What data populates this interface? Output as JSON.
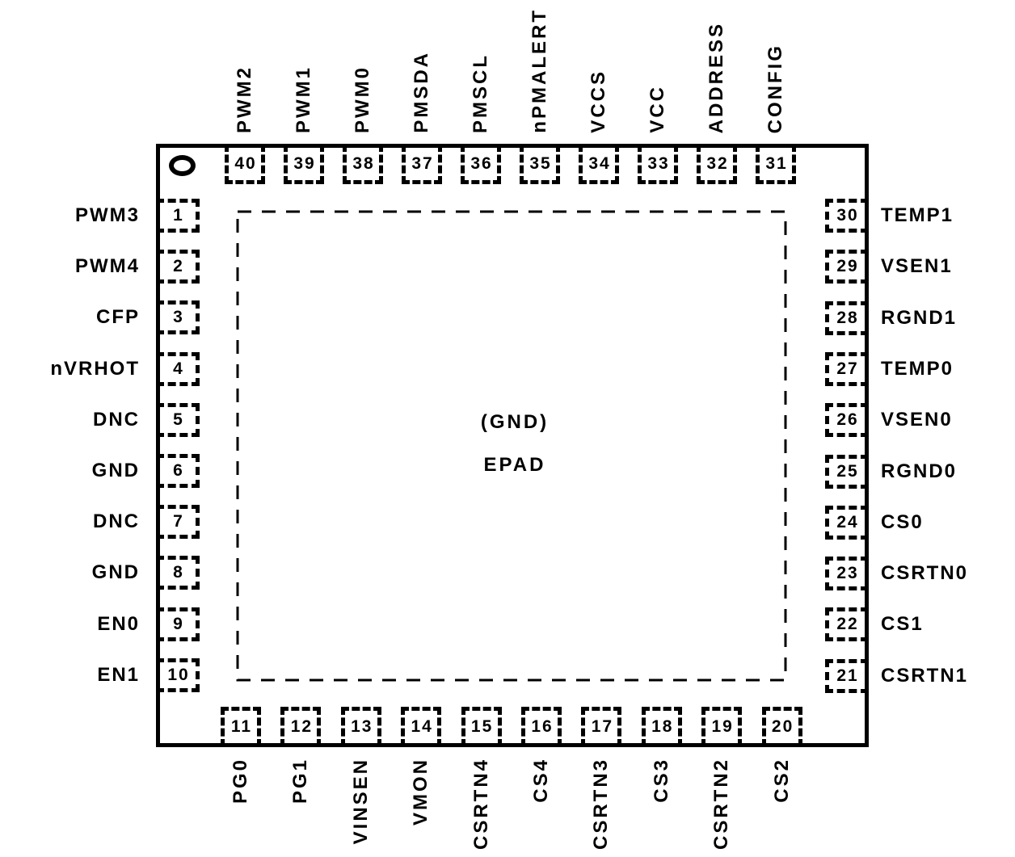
{
  "colors": {
    "ink": "#000000",
    "paper": "#ffffff"
  },
  "icons": {
    "pin1_indicator": "circle"
  },
  "epad": {
    "line1": "(GND)",
    "line2": "EPAD"
  },
  "pins": {
    "top": [
      {
        "number": "40",
        "label": "PWM2"
      },
      {
        "number": "39",
        "label": "PWM1"
      },
      {
        "number": "38",
        "label": "PWM0"
      },
      {
        "number": "37",
        "label": "PMSDA"
      },
      {
        "number": "36",
        "label": "PMSCL"
      },
      {
        "number": "35",
        "label": "nPMALERT"
      },
      {
        "number": "34",
        "label": "VCCS"
      },
      {
        "number": "33",
        "label": "VCC"
      },
      {
        "number": "32",
        "label": "ADDRESS"
      },
      {
        "number": "31",
        "label": "CONFIG"
      }
    ],
    "left": [
      {
        "number": "1",
        "label": "PWM3"
      },
      {
        "number": "2",
        "label": "PWM4"
      },
      {
        "number": "3",
        "label": "CFP"
      },
      {
        "number": "4",
        "label": "nVRHOT"
      },
      {
        "number": "5",
        "label": "DNC"
      },
      {
        "number": "6",
        "label": "GND"
      },
      {
        "number": "7",
        "label": "DNC"
      },
      {
        "number": "8",
        "label": "GND"
      },
      {
        "number": "9",
        "label": "EN0"
      },
      {
        "number": "10",
        "label": "EN1"
      }
    ],
    "right": [
      {
        "number": "30",
        "label": "TEMP1"
      },
      {
        "number": "29",
        "label": "VSEN1"
      },
      {
        "number": "28",
        "label": "RGND1"
      },
      {
        "number": "27",
        "label": "TEMP0"
      },
      {
        "number": "26",
        "label": "VSEN0"
      },
      {
        "number": "25",
        "label": "RGND0"
      },
      {
        "number": "24",
        "label": "CS0"
      },
      {
        "number": "23",
        "label": "CSRTN0"
      },
      {
        "number": "22",
        "label": "CS1"
      },
      {
        "number": "21",
        "label": "CSRTN1"
      }
    ],
    "bottom": [
      {
        "number": "11",
        "label": "PG0"
      },
      {
        "number": "12",
        "label": "PG1"
      },
      {
        "number": "13",
        "label": "VINSEN"
      },
      {
        "number": "14",
        "label": "VMON"
      },
      {
        "number": "15",
        "label": "CSRTN4"
      },
      {
        "number": "16",
        "label": "CS4"
      },
      {
        "number": "17",
        "label": "CSRTN3"
      },
      {
        "number": "18",
        "label": "CS3"
      },
      {
        "number": "19",
        "label": "CSRTN2"
      },
      {
        "number": "20",
        "label": "CS2"
      }
    ]
  }
}
